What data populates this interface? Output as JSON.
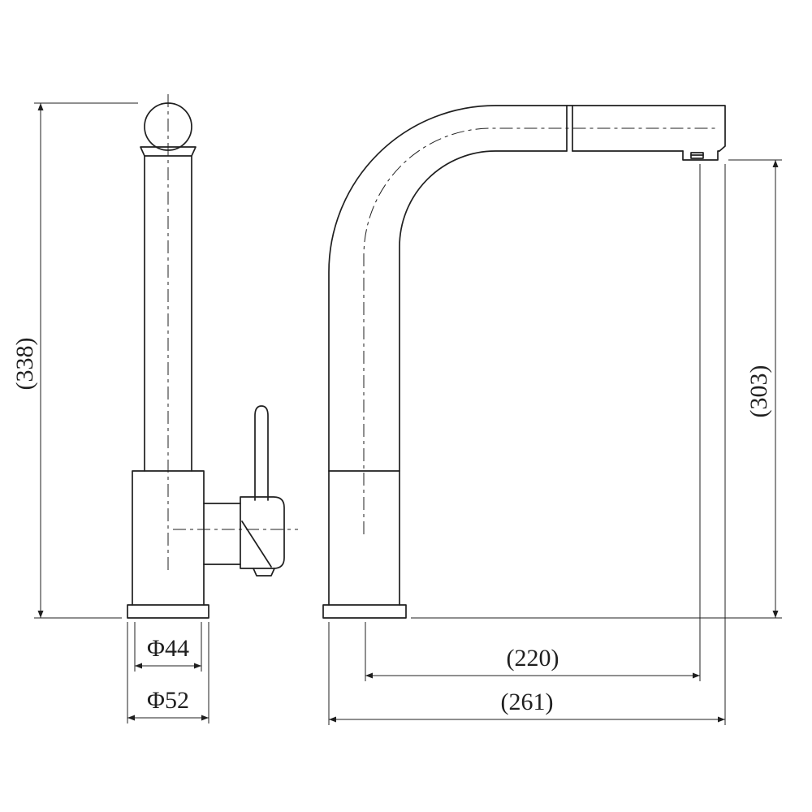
{
  "drawing": {
    "colors": {
      "line": "#1f1f1f",
      "dimension": "#1f1f1f",
      "background": "#ffffff"
    },
    "dimensions": {
      "height_left": "(338)",
      "height_right": "(303)",
      "body_diameter": "Φ44",
      "base_diameter": "Φ52",
      "spout_reach": "(220)",
      "overall_reach": "(261)"
    }
  }
}
